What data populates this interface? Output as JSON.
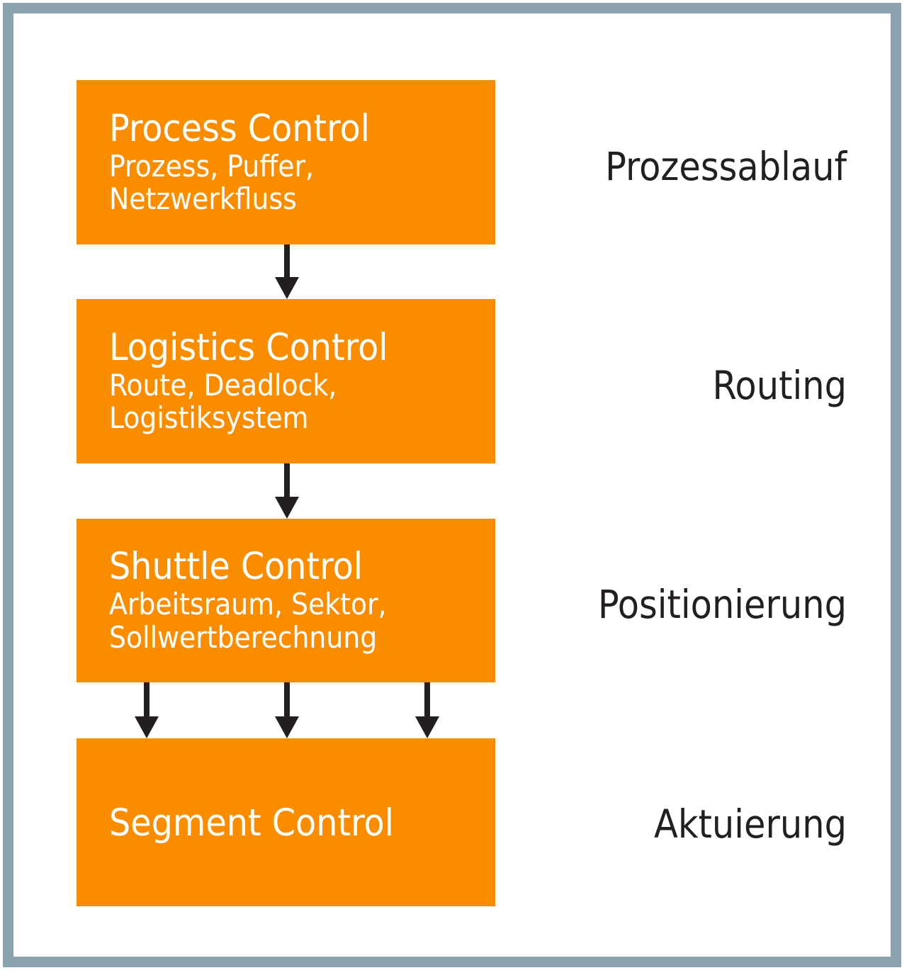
{
  "figure": {
    "type": "layered-control-architecture-diagram",
    "frame_color": "#8aa3ae",
    "box_color": "#fa8c00",
    "box_text_color": "#ffffff",
    "arrow_color": "#231f20",
    "label_text_color": "#231f20"
  },
  "layers": [
    {
      "id": "process-control",
      "title": "Process Control",
      "subtitle": "Prozess, Puffer,\nNetzwerkfluss",
      "side_label": "Prozessablauf"
    },
    {
      "id": "logistics-control",
      "title": "Logistics Control",
      "subtitle": "Route, Deadlock,\nLogistiksystem",
      "side_label": "Routing"
    },
    {
      "id": "shuttle-control",
      "title": "Shuttle Control",
      "subtitle": "Arbeitsraum, Sektor,\nSollwertberechnung",
      "side_label": "Positionierung"
    },
    {
      "id": "segment-control",
      "title": "Segment Control",
      "subtitle": "",
      "side_label": "Aktuierung"
    }
  ],
  "connections": [
    {
      "id": "process-to-logistics",
      "from": "process-control",
      "to": "logistics-control",
      "count": 1,
      "direction": "down"
    },
    {
      "id": "logistics-to-shuttle",
      "from": "logistics-control",
      "to": "shuttle-control",
      "count": 1,
      "direction": "down"
    },
    {
      "id": "shuttle-to-segment",
      "from": "shuttle-control",
      "to": "segment-control",
      "count": 3,
      "direction": "down"
    }
  ]
}
